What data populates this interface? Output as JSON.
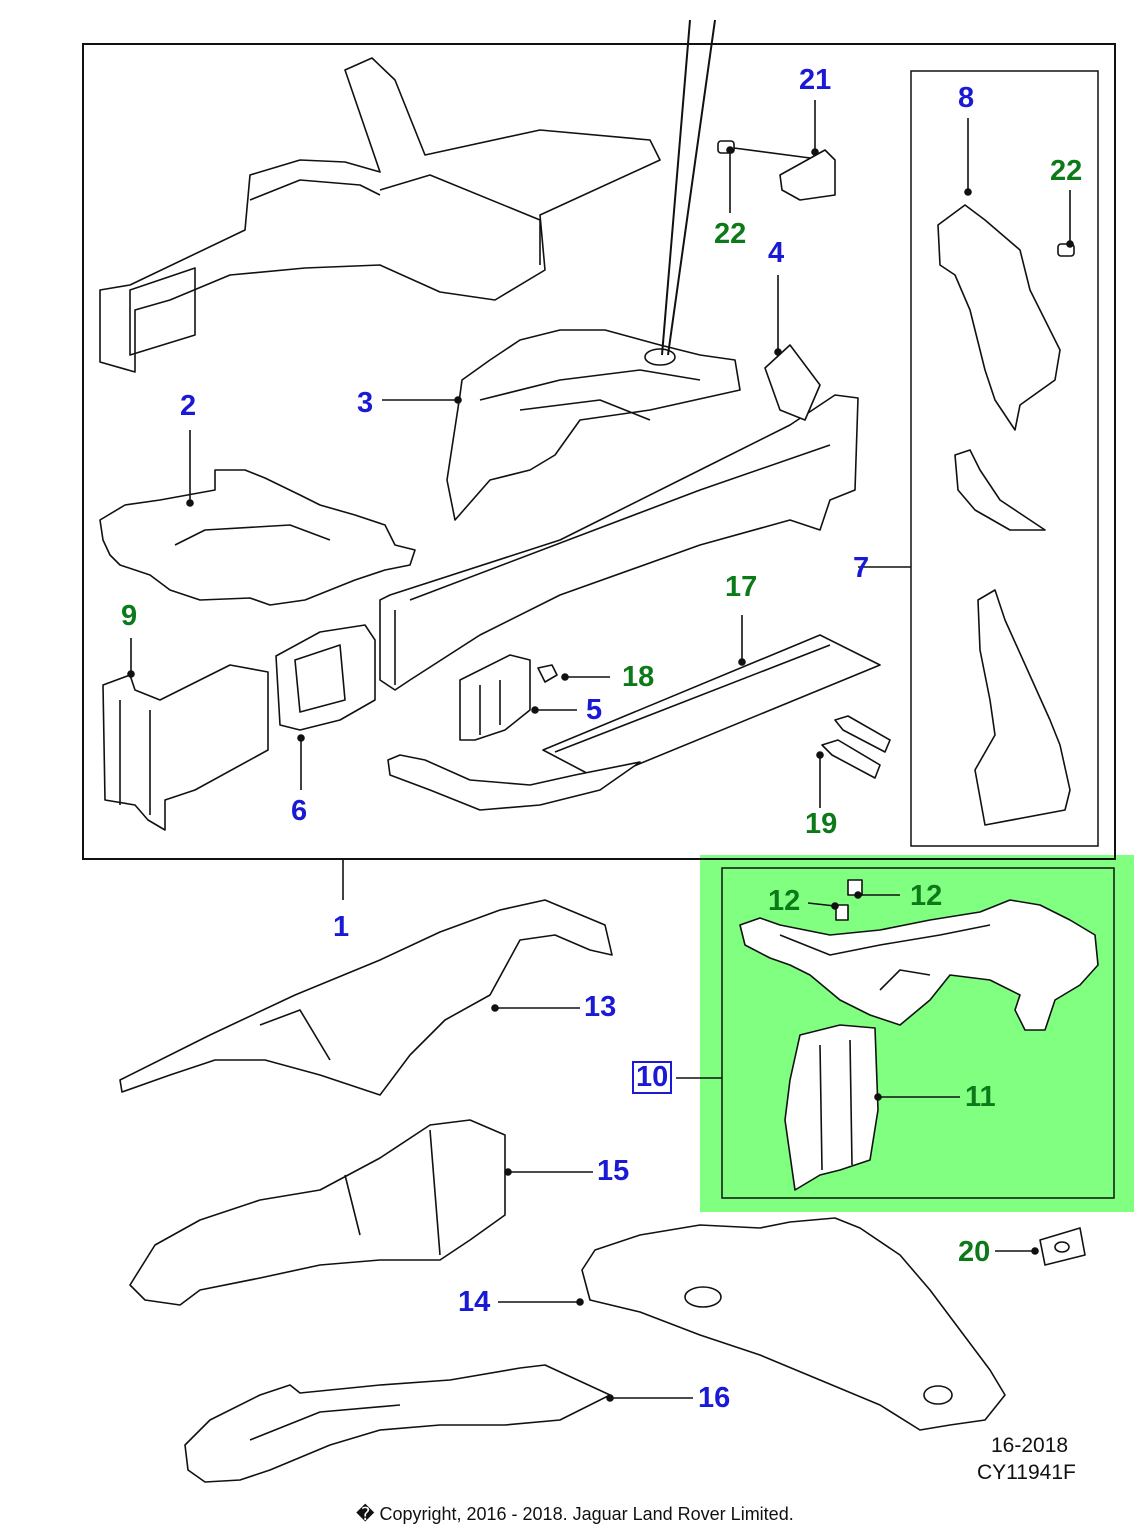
{
  "callouts": {
    "c1": "1",
    "c2": "2",
    "c3": "3",
    "c4": "4",
    "c5": "5",
    "c6": "6",
    "c7": "7",
    "c8": "8",
    "c9": "9",
    "c10": "10",
    "c11": "11",
    "c12a": "12",
    "c12b": "12",
    "c13": "13",
    "c14": "14",
    "c15": "15",
    "c16": "16",
    "c17": "17",
    "c18": "18",
    "c19": "19",
    "c20": "20",
    "c21": "21",
    "c22a": "22",
    "c22b": "22"
  },
  "meta": {
    "date_code": "16-2018",
    "illustration_code": "CY11941F",
    "copyright": "� Copyright, 2016 - 2018. Jaguar Land Rover Limited."
  },
  "colors": {
    "callout_blue": "#1a1ad6",
    "callout_green": "#0d7a1a",
    "highlight_green": "#80ff80",
    "line": "#111111"
  }
}
